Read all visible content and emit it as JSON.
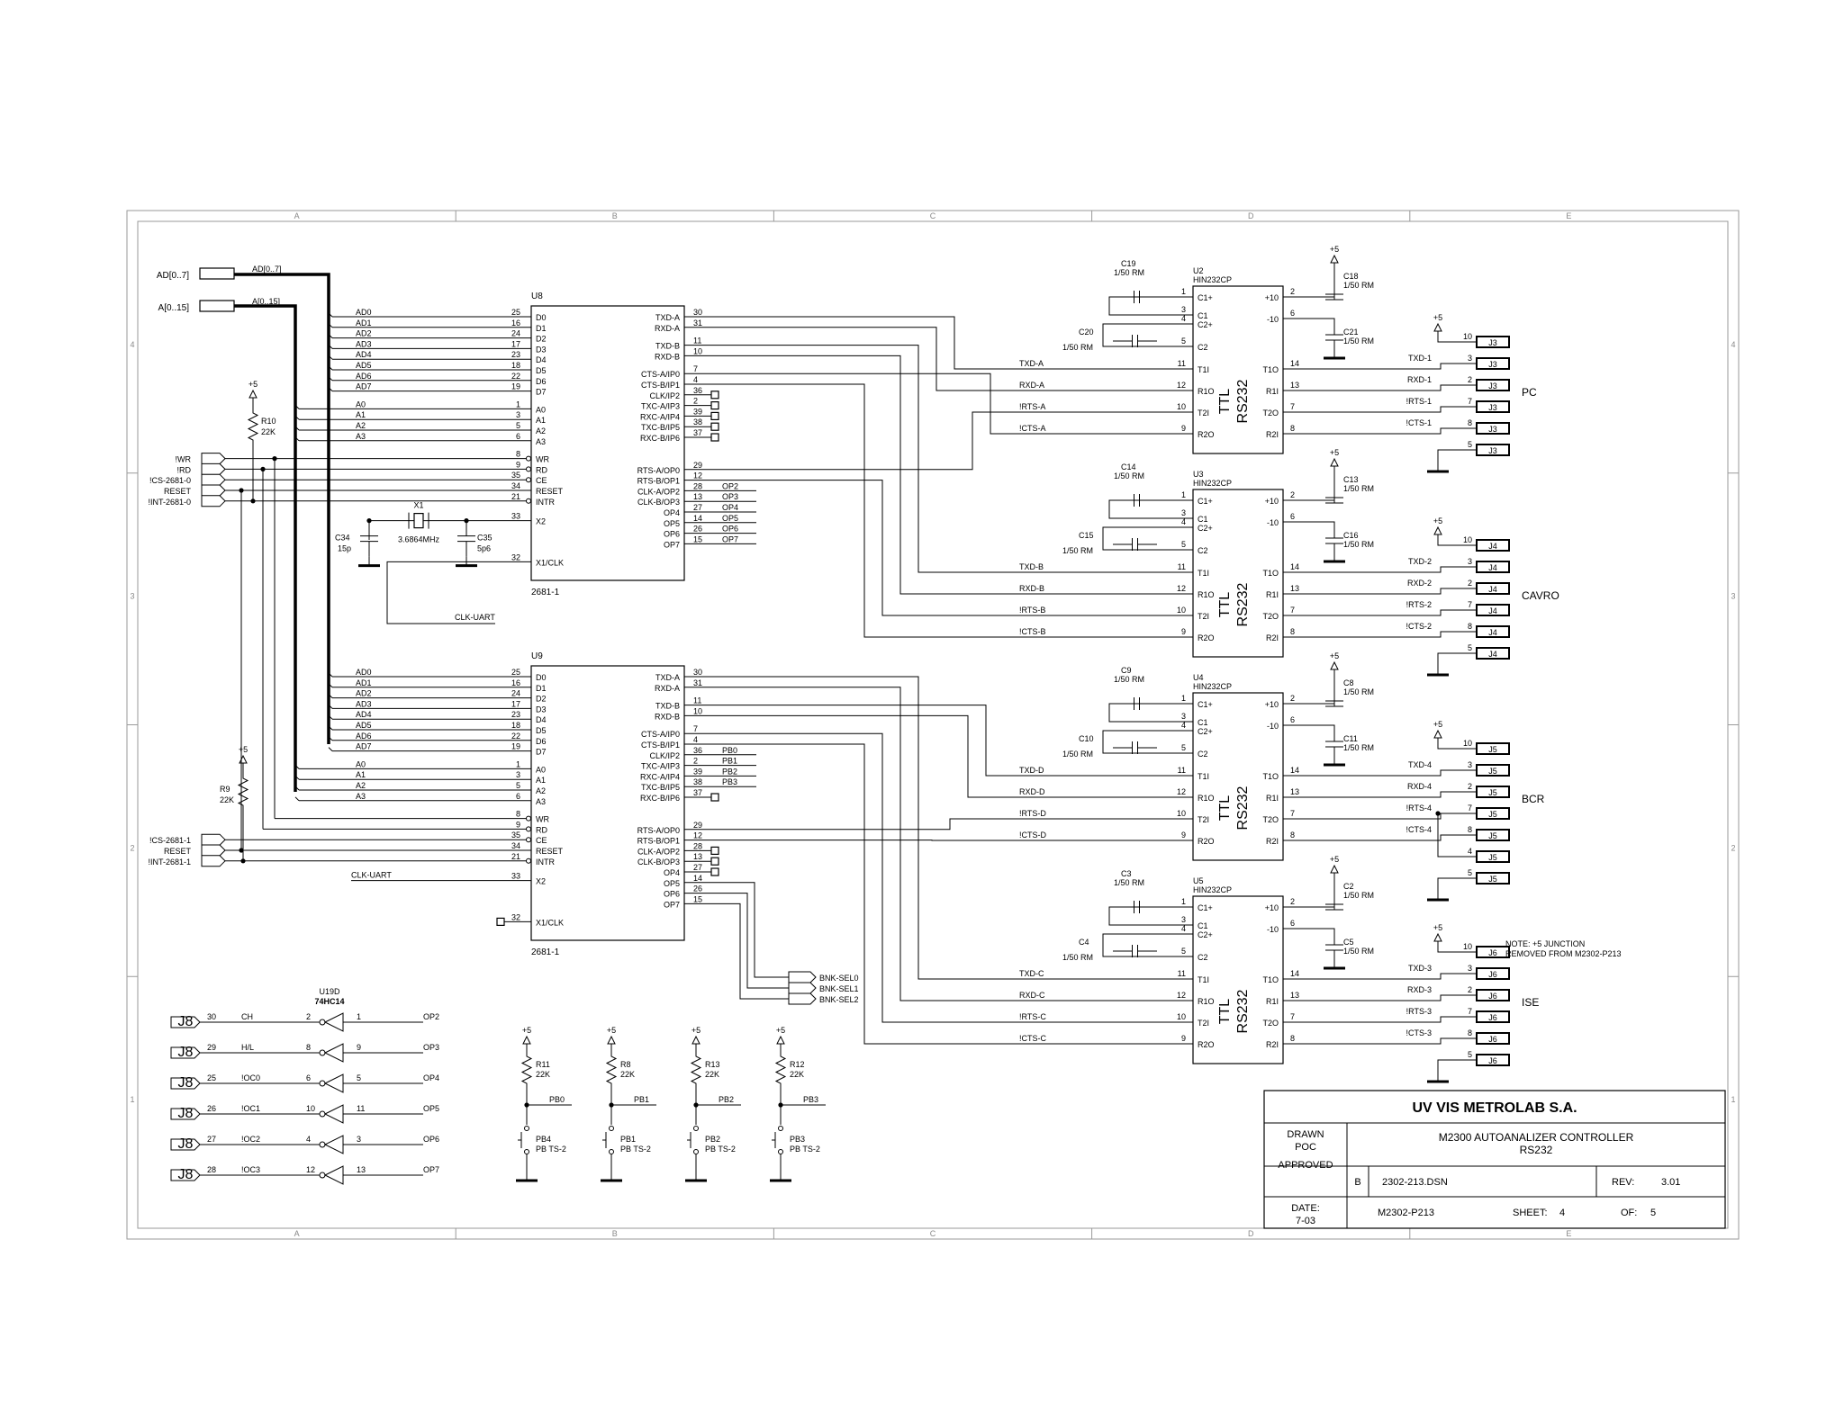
{
  "border_zones": {
    "columns": [
      "A",
      "B",
      "C",
      "D",
      "E"
    ],
    "rows": [
      "4",
      "3",
      "2",
      "1"
    ]
  },
  "bus_ports": {
    "data_bus": "AD[0..7]",
    "addr_bus": "A[0..15]",
    "data_bus_net": "AD[0..7]",
    "addr_bus_net": "A[0..15]"
  },
  "power_label": "+5",
  "uarts": [
    {
      "ref": "U8",
      "part": "2681-1",
      "left_pins": [
        {
          "num": "25",
          "name": "D0",
          "net": "AD0"
        },
        {
          "num": "16",
          "name": "D1",
          "net": "AD1"
        },
        {
          "num": "24",
          "name": "D2",
          "net": "AD2"
        },
        {
          "num": "17",
          "name": "D3",
          "net": "AD3"
        },
        {
          "num": "23",
          "name": "D4",
          "net": "AD4"
        },
        {
          "num": "18",
          "name": "D5",
          "net": "AD5"
        },
        {
          "num": "22",
          "name": "D6",
          "net": "AD6"
        },
        {
          "num": "19",
          "name": "D7",
          "net": "AD7"
        },
        {
          "num": "1",
          "name": "A0",
          "net": "A0"
        },
        {
          "num": "3",
          "name": "A1",
          "net": "A1"
        },
        {
          "num": "5",
          "name": "A2",
          "net": "A2"
        },
        {
          "num": "6",
          "name": "A3",
          "net": "A3"
        },
        {
          "num": "8",
          "name": "WR",
          "net": ""
        },
        {
          "num": "9",
          "name": "RD",
          "net": ""
        },
        {
          "num": "35",
          "name": "CE",
          "net": ""
        },
        {
          "num": "34",
          "name": "RESET",
          "net": ""
        },
        {
          "num": "21",
          "name": "INTR",
          "net": ""
        },
        {
          "num": "33",
          "name": "X2",
          "net": ""
        },
        {
          "num": "32",
          "name": "X1/CLK",
          "net": ""
        }
      ],
      "right_pins": [
        {
          "num": "30",
          "name": "TXD-A",
          "net": ""
        },
        {
          "num": "31",
          "name": "RXD-A",
          "net": ""
        },
        {
          "num": "11",
          "name": "TXD-B",
          "net": ""
        },
        {
          "num": "10",
          "name": "RXD-B",
          "net": ""
        },
        {
          "num": "7",
          "name": "CTS-A/IP0",
          "net": ""
        },
        {
          "num": "4",
          "name": "CTS-B/IP1",
          "net": ""
        },
        {
          "num": "36",
          "name": "CLK/IP2",
          "net": ""
        },
        {
          "num": "2",
          "name": "TXC-A/IP3",
          "net": ""
        },
        {
          "num": "39",
          "name": "RXC-A/IP4",
          "net": ""
        },
        {
          "num": "38",
          "name": "TXC-B/IP5",
          "net": ""
        },
        {
          "num": "37",
          "name": "RXC-B/IP6",
          "net": ""
        },
        {
          "num": "29",
          "name": "RTS-A/OP0",
          "net": ""
        },
        {
          "num": "12",
          "name": "RTS-B/OP1",
          "net": ""
        },
        {
          "num": "28",
          "name": "CLK-A/OP2",
          "net": "OP2"
        },
        {
          "num": "13",
          "name": "CLK-B/OP3",
          "net": "OP3"
        },
        {
          "num": "27",
          "name": "OP4",
          "net": "OP4"
        },
        {
          "num": "14",
          "name": "OP5",
          "net": "OP5"
        },
        {
          "num": "26",
          "name": "OP6",
          "net": "OP6"
        },
        {
          "num": "15",
          "name": "OP7",
          "net": "OP7"
        }
      ]
    },
    {
      "ref": "U9",
      "part": "2681-1",
      "left_pins": [
        {
          "num": "25",
          "name": "D0",
          "net": "AD0"
        },
        {
          "num": "16",
          "name": "D1",
          "net": "AD1"
        },
        {
          "num": "24",
          "name": "D2",
          "net": "AD2"
        },
        {
          "num": "17",
          "name": "D3",
          "net": "AD3"
        },
        {
          "num": "23",
          "name": "D4",
          "net": "AD4"
        },
        {
          "num": "18",
          "name": "D5",
          "net": "AD5"
        },
        {
          "num": "22",
          "name": "D6",
          "net": "AD6"
        },
        {
          "num": "19",
          "name": "D7",
          "net": "AD7"
        },
        {
          "num": "1",
          "name": "A0",
          "net": "A0"
        },
        {
          "num": "3",
          "name": "A1",
          "net": "A1"
        },
        {
          "num": "5",
          "name": "A2",
          "net": "A2"
        },
        {
          "num": "6",
          "name": "A3",
          "net": "A3"
        },
        {
          "num": "8",
          "name": "WR",
          "net": ""
        },
        {
          "num": "9",
          "name": "RD",
          "net": ""
        },
        {
          "num": "35",
          "name": "CE",
          "net": ""
        },
        {
          "num": "34",
          "name": "RESET",
          "net": ""
        },
        {
          "num": "21",
          "name": "INTR",
          "net": ""
        },
        {
          "num": "33",
          "name": "X2",
          "net": "CLK-UART"
        },
        {
          "num": "32",
          "name": "X1/CLK",
          "net": ""
        }
      ],
      "right_pins": [
        {
          "num": "30",
          "name": "TXD-A",
          "net": ""
        },
        {
          "num": "31",
          "name": "RXD-A",
          "net": ""
        },
        {
          "num": "11",
          "name": "TXD-B",
          "net": ""
        },
        {
          "num": "10",
          "name": "RXD-B",
          "net": ""
        },
        {
          "num": "7",
          "name": "CTS-A/IP0",
          "net": ""
        },
        {
          "num": "4",
          "name": "CTS-B/IP1",
          "net": ""
        },
        {
          "num": "36",
          "name": "CLK/IP2",
          "net": "PB0"
        },
        {
          "num": "2",
          "name": "TXC-A/IP3",
          "net": "PB1"
        },
        {
          "num": "39",
          "name": "RXC-A/IP4",
          "net": "PB2"
        },
        {
          "num": "38",
          "name": "TXC-B/IP5",
          "net": "PB3"
        },
        {
          "num": "37",
          "name": "RXC-B/IP6",
          "net": ""
        },
        {
          "num": "29",
          "name": "RTS-A/OP0",
          "net": ""
        },
        {
          "num": "12",
          "name": "RTS-B/OP1",
          "net": ""
        },
        {
          "num": "28",
          "name": "CLK-A/OP2",
          "net": ""
        },
        {
          "num": "13",
          "name": "CLK-B/OP3",
          "net": ""
        },
        {
          "num": "27",
          "name": "OP4",
          "net": ""
        },
        {
          "num": "14",
          "name": "OP5",
          "net": ""
        },
        {
          "num": "26",
          "name": "OP6",
          "net": ""
        },
        {
          "num": "15",
          "name": "OP7",
          "net": ""
        }
      ]
    }
  ],
  "u8_signals": [
    "!WR",
    "!RD",
    "!CS-2681-0",
    "RESET",
    "!INT-2681-0"
  ],
  "u9_signals": [
    "!CS-2681-1",
    "RESET",
    "!INT-2681-1"
  ],
  "r10": {
    "ref": "R10",
    "value": "22K"
  },
  "r9": {
    "ref": "R9",
    "value": "22K"
  },
  "crystal": {
    "ref": "X1",
    "value": "3.6864MHz"
  },
  "c34": {
    "ref": "C34",
    "value": "15p"
  },
  "c35": {
    "ref": "C35",
    "value": "5p6"
  },
  "clk_net": "CLK-UART",
  "bank_select": [
    "BNK-SEL0",
    "BNK-SEL1",
    "BNK-SEL2"
  ],
  "drivers": [
    {
      "ref": "U2",
      "part": "HIN232CP",
      "inner": "TTL",
      "inner2": "RS232",
      "cap_a": {
        "ref": "C19",
        "value": "1/50 RM"
      },
      "cap_b": {
        "ref": "C20",
        "value": "1/50 RM"
      },
      "cap_c": {
        "ref": "C18",
        "value": "1/50 RM"
      },
      "cap_d": {
        "ref": "C21",
        "value": "1/50 RM"
      },
      "nets": [
        "TXD-A",
        "RXD-A",
        "!RTS-A",
        "!CTS-A"
      ],
      "conn": {
        "ref": "J3",
        "label": "PC",
        "nets": [
          "TXD-1",
          "RXD-1",
          "!RTS-1",
          "!CTS-1"
        ]
      }
    },
    {
      "ref": "U3",
      "part": "HIN232CP",
      "inner": "TTL",
      "inner2": "RS232",
      "cap_a": {
        "ref": "C14",
        "value": "1/50 RM"
      },
      "cap_b": {
        "ref": "C15",
        "value": "1/50 RM"
      },
      "cap_c": {
        "ref": "C13",
        "value": "1/50 RM"
      },
      "cap_d": {
        "ref": "C16",
        "value": "1/50 RM"
      },
      "nets": [
        "TXD-B",
        "RXD-B",
        "!RTS-B",
        "!CTS-B"
      ],
      "conn": {
        "ref": "J4",
        "label": "CAVRO",
        "nets": [
          "TXD-2",
          "RXD-2",
          "!RTS-2",
          "!CTS-2"
        ]
      }
    },
    {
      "ref": "U4",
      "part": "HIN232CP",
      "inner": "TTL",
      "inner2": "RS232",
      "cap_a": {
        "ref": "C9",
        "value": "1/50 RM"
      },
      "cap_b": {
        "ref": "C10",
        "value": "1/50 RM"
      },
      "cap_c": {
        "ref": "C8",
        "value": "1/50 RM"
      },
      "cap_d": {
        "ref": "C11",
        "value": "1/50 RM"
      },
      "nets": [
        "TXD-D",
        "RXD-D",
        "!RTS-D",
        "!CTS-D"
      ],
      "conn": {
        "ref": "J5",
        "label": "BCR",
        "nets": [
          "TXD-4",
          "RXD-4",
          "!RTS-4",
          "!CTS-4"
        ]
      }
    },
    {
      "ref": "U5",
      "part": "HIN232CP",
      "inner": "TTL",
      "inner2": "RS232",
      "cap_a": {
        "ref": "C3",
        "value": "1/50 RM"
      },
      "cap_b": {
        "ref": "C4",
        "value": "1/50 RM"
      },
      "cap_c": {
        "ref": "C2",
        "value": "1/50 RM"
      },
      "cap_d": {
        "ref": "C5",
        "value": "1/50 RM"
      },
      "nets": [
        "TXD-C",
        "RXD-C",
        "!RTS-C",
        "!CTS-C"
      ],
      "conn": {
        "ref": "J6",
        "label": "ISE",
        "nets": [
          "TXD-3",
          "RXD-3",
          "!RTS-3",
          "!CTS-3"
        ]
      }
    }
  ],
  "driver_pins": {
    "left": [
      {
        "num": "1",
        "name": "C1+"
      },
      {
        "num": "3",
        "name": "C1"
      },
      {
        "num": "4",
        "name": "C2+"
      },
      {
        "num": "5",
        "name": "C2"
      },
      {
        "num": "11",
        "name": "T1I"
      },
      {
        "num": "12",
        "name": "R1O"
      },
      {
        "num": "10",
        "name": "T2I"
      },
      {
        "num": "9",
        "name": "R2O"
      }
    ],
    "right": [
      {
        "num": "2",
        "name": "+10"
      },
      {
        "num": "6",
        "name": "-10"
      },
      {
        "num": "14",
        "name": "T1O"
      },
      {
        "num": "13",
        "name": "R1I"
      },
      {
        "num": "7",
        "name": "T2O"
      },
      {
        "num": "8",
        "name": "R2I"
      }
    ],
    "conn_pins": [
      "10",
      "3",
      "2",
      "7",
      "8",
      "5"
    ],
    "conn_pins_bcr": [
      "10",
      "3",
      "2",
      "7",
      "8",
      "4",
      "5"
    ]
  },
  "note": "NOTE: +5  JUNCTION\nREMOVED FROM M2302-P213",
  "inverter": {
    "ref": "U19D",
    "part": "74HC14"
  },
  "inverter_rows": [
    {
      "conn": "J8",
      "pin": "30",
      "net": "CH",
      "in": "2",
      "out": "1",
      "op": "OP2"
    },
    {
      "conn": "J8",
      "pin": "29",
      "net": "H/L",
      "in": "8",
      "out": "9",
      "op": "OP3"
    },
    {
      "conn": "J8",
      "pin": "25",
      "net": "!OC0",
      "in": "6",
      "out": "5",
      "op": "OP4"
    },
    {
      "conn": "J8",
      "pin": "26",
      "net": "!OC1",
      "in": "10",
      "out": "11",
      "op": "OP5"
    },
    {
      "conn": "J8",
      "pin": "27",
      "net": "!OC2",
      "in": "4",
      "out": "3",
      "op": "OP6"
    },
    {
      "conn": "J8",
      "pin": "28",
      "net": "!OC3",
      "in": "12",
      "out": "13",
      "op": "OP7"
    }
  ],
  "pushbuttons": [
    {
      "r": "R11",
      "rv": "22K",
      "net": "PB0",
      "pb": "PB4",
      "type": "PB TS-2"
    },
    {
      "r": "R8",
      "rv": "22K",
      "net": "PB1",
      "pb": "PB1",
      "type": "PB TS-2"
    },
    {
      "r": "R13",
      "rv": "22K",
      "net": "PB2",
      "pb": "PB2",
      "type": "PB TS-2"
    },
    {
      "r": "R12",
      "rv": "22K",
      "net": "PB3",
      "pb": "PB3",
      "type": "PB TS-2"
    }
  ],
  "title_block": {
    "company": "UV VIS METROLAB S.A.",
    "drawn_label": "DRAWN",
    "drawn_by": "POC",
    "approved_label": "APPROVED",
    "title_line1": "M2300 AUTOANALIZER CONTROLLER",
    "title_line2": "RS232",
    "size": "B",
    "file": "2302-213.DSN",
    "rev_label": "REV:",
    "rev": "3.01",
    "date_label": "DATE:",
    "date": "7-03",
    "doc": "M2302-P213",
    "sheet_label": "SHEET:",
    "sheet": "4",
    "of_label": "OF:",
    "of": "5"
  }
}
